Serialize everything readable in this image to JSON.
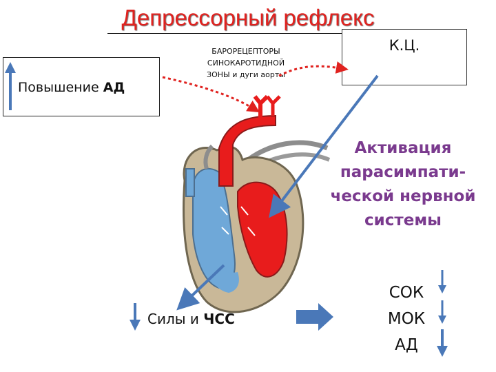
{
  "title": "Депрессорный рефлекс",
  "box_ad": {
    "prefix": "Повышение ",
    "bold": "АД"
  },
  "box_kc": {
    "label": "К.Ц."
  },
  "baroreceptors": {
    "line1": "БАРОРЕЦЕПТОРЫ",
    "line2": "СИНОКАРОТИДНОЙ",
    "line3": "ЗОНЫ и дуги аорты"
  },
  "activation": {
    "line1": "Активация",
    "line2": "парасимпати-",
    "line3": "ческой нервной",
    "line4": "системы"
  },
  "effect": {
    "prefix": "Силы и ",
    "bold": "ЧСС"
  },
  "outcomes": {
    "sok": "СОК",
    "mok": "МОК",
    "ad": "АД"
  },
  "colors": {
    "title": "#e0221f",
    "activation_text": "#7a3a8e",
    "arrow_blue": "#4a78b8",
    "arrow_red_dotted": "#e0221f",
    "heart_red": "#e81c1c",
    "heart_blue": "#6fa8d8",
    "heart_wall": "#c9b898"
  },
  "icons": [
    "up-arrow-icon",
    "down-arrow-icon",
    "right-block-arrow-icon",
    "heart-illustration"
  ]
}
